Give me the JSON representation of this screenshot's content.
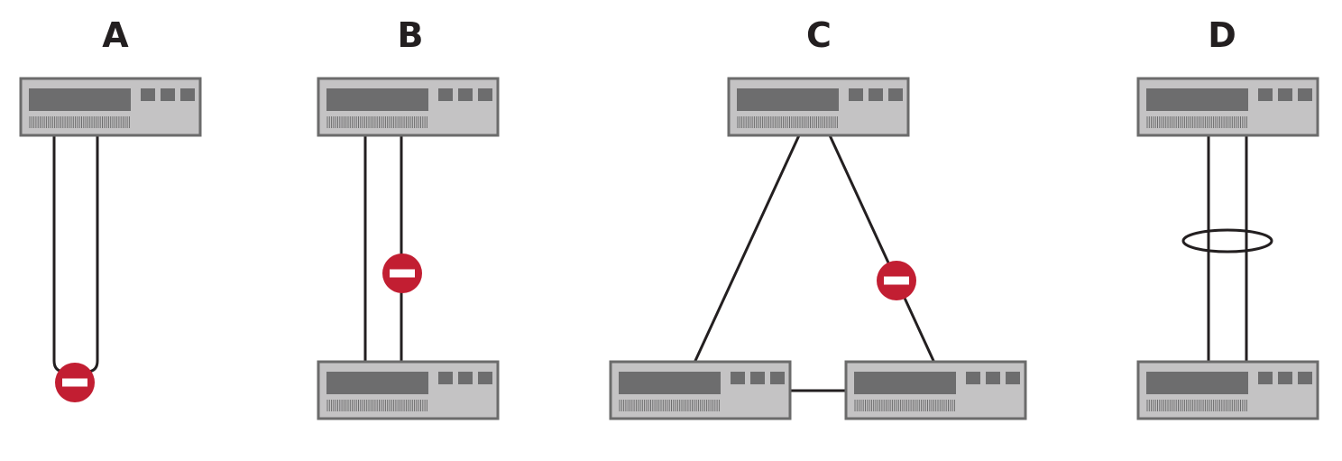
{
  "panels": [
    {
      "id": "a",
      "label": "A"
    },
    {
      "id": "b",
      "label": "B"
    },
    {
      "id": "c",
      "label": "C"
    },
    {
      "id": "d",
      "label": "D"
    }
  ],
  "colors": {
    "switch_body": "#c4c3c4",
    "switch_border": "#6b6b6b",
    "switch_detail": "#6d6d6e",
    "link": "#231f20",
    "blocked_port": "#c21e32"
  },
  "icons": {
    "switch": "network-switch-icon",
    "blocked": "blocked-port-icon",
    "aggregation": "link-aggregation-ring-icon"
  }
}
